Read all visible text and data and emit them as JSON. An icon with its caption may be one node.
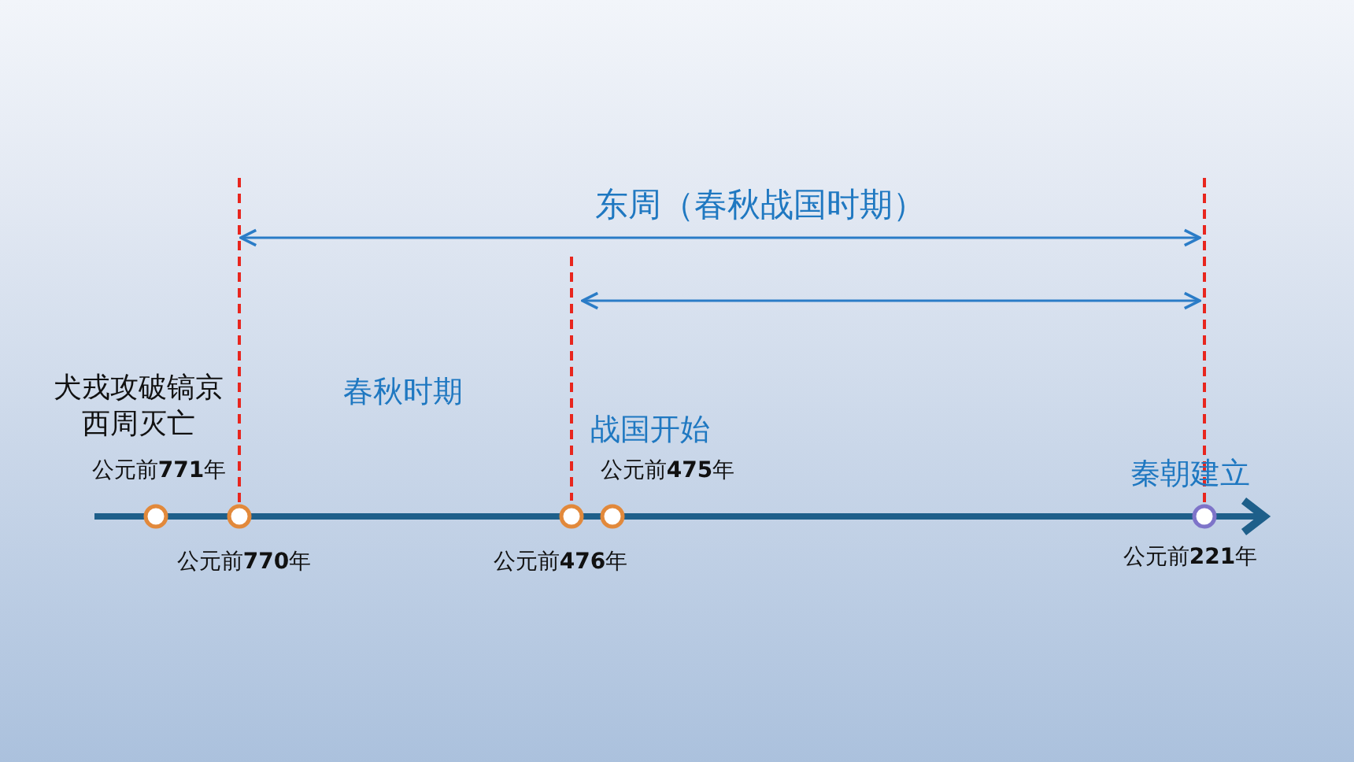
{
  "diagram": {
    "title": "东周（春秋战国时期）",
    "labels": [
      "犬戎攻破镐京",
      "西周灭亡",
      "春秋时期",
      "战国开始",
      "公元前**771**年",
      "公元前**475**年",
      "秦朝建立",
      "公元前**770**年",
      "公元前**476**年",
      "公元前**221**年"
    ]
  }
}
